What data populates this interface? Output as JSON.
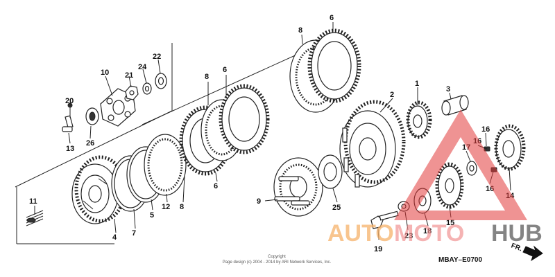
{
  "diagram": {
    "part_labels": [
      "1",
      "2",
      "3",
      "4",
      "5",
      "6",
      "6",
      "6",
      "7",
      "8",
      "8",
      "8",
      "9",
      "10",
      "11",
      "12",
      "13",
      "14",
      "15",
      "16",
      "16",
      "17",
      "18",
      "19",
      "20",
      "21",
      "22",
      "23",
      "24",
      "25",
      "26"
    ],
    "copyright_line1": "Copyright",
    "copyright_line2": "Page design (c) 2004 - 2014 by ARI Network Services, Inc.",
    "diagram_code": "MBAY–E0700",
    "front_arrow_label": "FR."
  },
  "watermark": {
    "part1": "AUTO",
    "part2": "MOTO",
    "part3": "HUB",
    "triangle_color": "#e23b3b",
    "colors": [
      "#f5b26a",
      "#f08a8a",
      "#6f6f6f"
    ]
  }
}
